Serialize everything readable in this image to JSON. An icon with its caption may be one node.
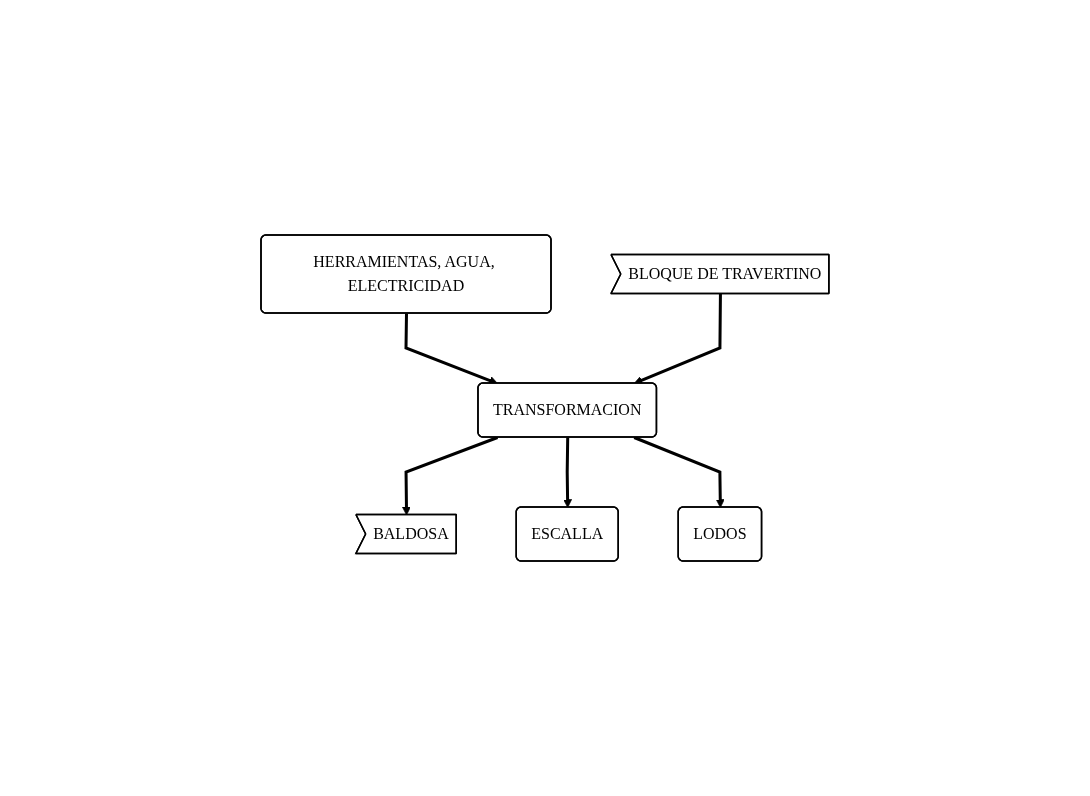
{
  "diagram": {
    "nodes": [
      {
        "text": [
          "HERRAMIENTAS, AGUA, ELECTRICIDAD"
        ]
      },
      {
        "text": [
          "TRANSFORMACION"
        ]
      },
      {
        "text": [
          "BLOQUE DE TRAVERTINO"
        ]
      },
      {
        "text": [
          "BALDOSA"
        ]
      },
      {
        "text": [
          "ESCALLA"
        ]
      },
      {
        "text": [
          "LODOS"
        ]
      }
    ],
    "edges": [
      {
        "from": 0,
        "to": 1,
        "arrow": "to"
      },
      {
        "from": 2,
        "to": 1,
        "arrow": "to"
      },
      {
        "from": 1,
        "to": 3,
        "arrow": "to"
      },
      {
        "from": 1,
        "to": 4,
        "arrow": "to"
      },
      {
        "from": 1,
        "to": 5,
        "arrow": "to"
      }
    ]
  }
}
